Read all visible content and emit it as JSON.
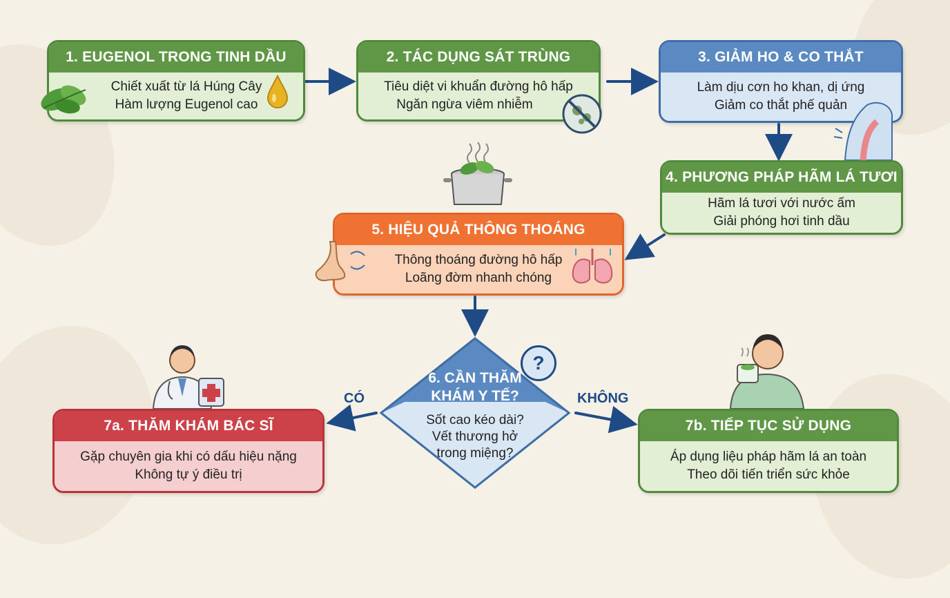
{
  "steps": {
    "s1": {
      "title": "1. EUGENOL TRONG TINH DẦU",
      "line1": "Chiết xuất từ lá Húng Cây",
      "line2": "Hàm lượng Eugenol cao"
    },
    "s2": {
      "title": "2. TÁC DỤNG SÁT TRÙNG",
      "line1": "Tiêu diệt vi khuẩn đường hô hấp",
      "line2": "Ngăn ngừa viêm nhiễm"
    },
    "s3": {
      "title": "3. GIẢM HO & CO THẮT",
      "line1": "Làm dịu cơn ho khan, dị ứng",
      "line2": "Giảm co thắt phế quản"
    },
    "s4": {
      "title": "4. PHƯƠNG PHÁP HÃM LÁ TƯƠI",
      "line1": "Hãm lá tươi với nước ấm",
      "line2": "Giải phóng hơi tinh dầu"
    },
    "s5": {
      "title": "5. HIỆU QUẢ THÔNG THOÁNG",
      "line1": "Thông thoáng đường hô hấp",
      "line2": "Loãng đờm nhanh chóng"
    },
    "s6": {
      "title1": "6. CẦN THĂM",
      "title2": "KHÁM Y TẾ?",
      "line1": "Sốt cao kéo dài?",
      "line2": "Vết thương hở",
      "line3": "trong miệng?"
    },
    "s7a": {
      "title": "7a. THĂM KHÁM BÁC SĨ",
      "line1": "Gặp chuyên gia khi có dấu hiệu nặng",
      "line2": "Không tự ý điều trị"
    },
    "s7b": {
      "title": "7b. TIẾP TỤC SỬ DỤNG",
      "line1": "Áp dụng liệu pháp hãm lá an toàn",
      "line2": "Theo dõi tiến triển sức khỏe"
    }
  },
  "branches": {
    "yes": "CÓ",
    "no": "KHÔNG"
  },
  "question_mark": "?",
  "colors": {
    "green": "#5f9747",
    "blue": "#5b8ac2",
    "orange": "#ef7233",
    "red": "#cc4248",
    "arrow": "#1e4b86"
  }
}
